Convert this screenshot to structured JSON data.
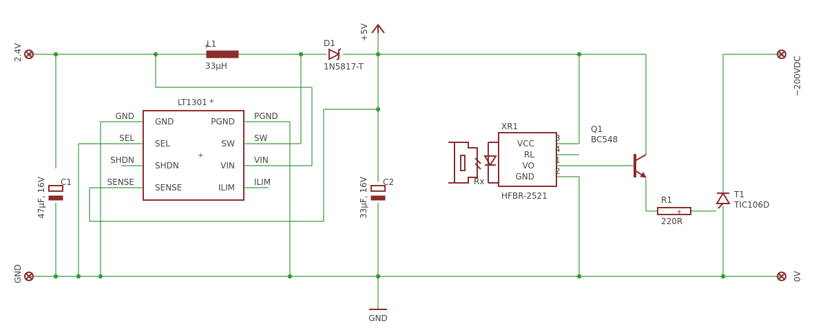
{
  "colors": {
    "wire": "#3a9a3a",
    "part": "#8c2c2c",
    "text": "#444444",
    "background": "#ffffff"
  },
  "terminals": {
    "in_pos": "2.4V",
    "in_gnd": "GND",
    "out_hv": "~200VDC",
    "out_0v": "0V"
  },
  "supply": {
    "plus5": "+5V",
    "gnd": "GND"
  },
  "L1": {
    "name": "L1",
    "value": "33µH"
  },
  "D1": {
    "name": "D1",
    "value": "1N5817-T"
  },
  "C1": {
    "name": "C1",
    "value": "47µF, 16V"
  },
  "C2": {
    "name": "C2",
    "value": "33µF, 16V"
  },
  "IC1": {
    "name": "LT1301",
    "pins_left": [
      "GND",
      "SEL",
      "SHDN",
      "SENSE"
    ],
    "pins_right": [
      "PGND",
      "SW",
      "VIN",
      "ILIM"
    ],
    "labels_left": [
      "GND",
      "SEL",
      "SHDN",
      "SENSE"
    ],
    "labels_right": [
      "PGND",
      "SW",
      "VIN",
      "ILIM"
    ]
  },
  "XR1": {
    "name": "XR1",
    "value": "HFBR-2521",
    "pins": [
      "VCC",
      "RL",
      "VO",
      "GND"
    ],
    "pin_numbers": [
      "3",
      "4",
      "1",
      "2"
    ],
    "rx_label": "Rx"
  },
  "Q1": {
    "name": "Q1",
    "value": "BC548"
  },
  "R1": {
    "name": "R1",
    "value": "220R"
  },
  "T1": {
    "name": "T1",
    "value": "TIC106D"
  }
}
